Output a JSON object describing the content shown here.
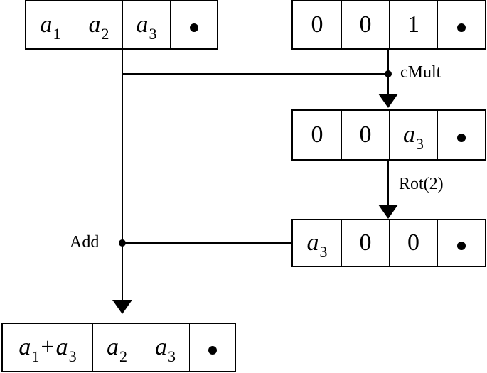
{
  "vectors": {
    "input_a": {
      "cells": [
        {
          "var": "a",
          "sub": "1"
        },
        {
          "var": "a",
          "sub": "2"
        },
        {
          "var": "a",
          "sub": "3"
        },
        {
          "dot": true
        }
      ]
    },
    "mask": {
      "cells": [
        {
          "text": "0"
        },
        {
          "text": "0"
        },
        {
          "text": "1"
        },
        {
          "dot": true
        }
      ]
    },
    "masked": {
      "cells": [
        {
          "text": "0"
        },
        {
          "text": "0"
        },
        {
          "var": "a",
          "sub": "3"
        },
        {
          "dot": true
        }
      ]
    },
    "rotated": {
      "cells": [
        {
          "var": "a",
          "sub": "3"
        },
        {
          "text": "0"
        },
        {
          "text": "0"
        },
        {
          "dot": true
        }
      ]
    },
    "result": {
      "cells": [
        {
          "var": "a",
          "sub": "1",
          "op": "+",
          "var2": "a",
          "sub2": "3"
        },
        {
          "var": "a",
          "sub": "2"
        },
        {
          "var": "a",
          "sub": "3"
        },
        {
          "dot": true
        }
      ]
    }
  },
  "labels": {
    "cmult": "cMult",
    "rot": "Rot(2)",
    "add": "Add"
  }
}
